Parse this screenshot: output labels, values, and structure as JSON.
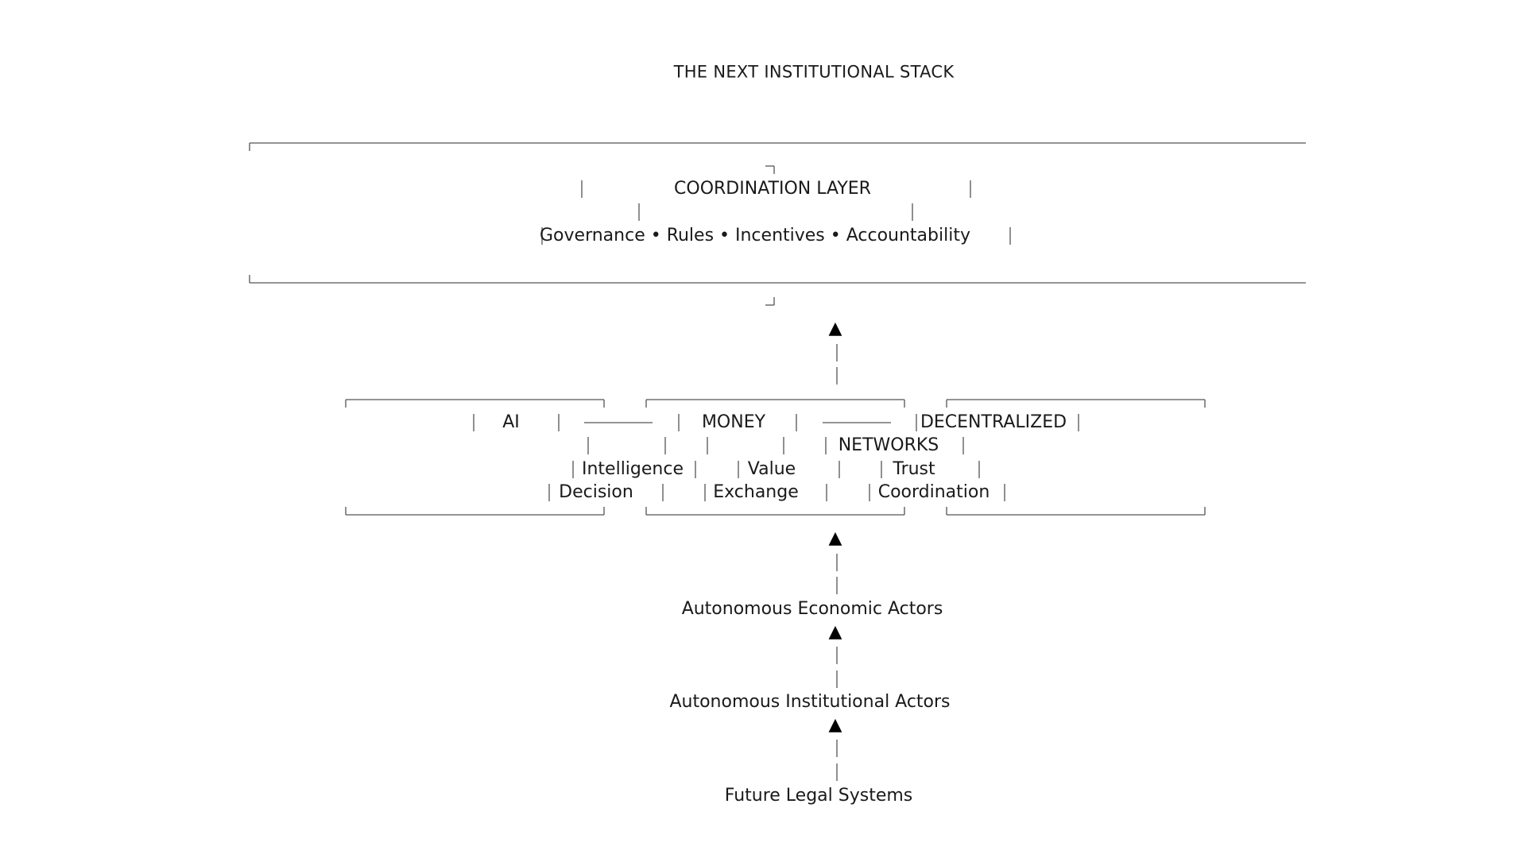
{
  "title": "THE NEXT INSTITUTIONAL STACK",
  "coordination": {
    "heading": "COORDINATION LAYER",
    "subtitle": "Governance • Rules • Incentives • Accountability"
  },
  "pillars": {
    "ai": {
      "heading": "AI",
      "line1": "Intelligence",
      "line2": "Decision"
    },
    "money": {
      "heading": "MONEY",
      "line1": "Value",
      "line2": "Exchange"
    },
    "decentralized": {
      "heading": "DECENTRALIZED",
      "heading2": "NETWORKS",
      "line1": "Trust",
      "line2": "Coordination"
    }
  },
  "actors": {
    "economic": "Autonomous Economic Actors",
    "institutional": "Autonomous Institutional Actors",
    "legal": "Future Legal Systems"
  },
  "arrow_glyph": "▲",
  "line_color": "#555555"
}
